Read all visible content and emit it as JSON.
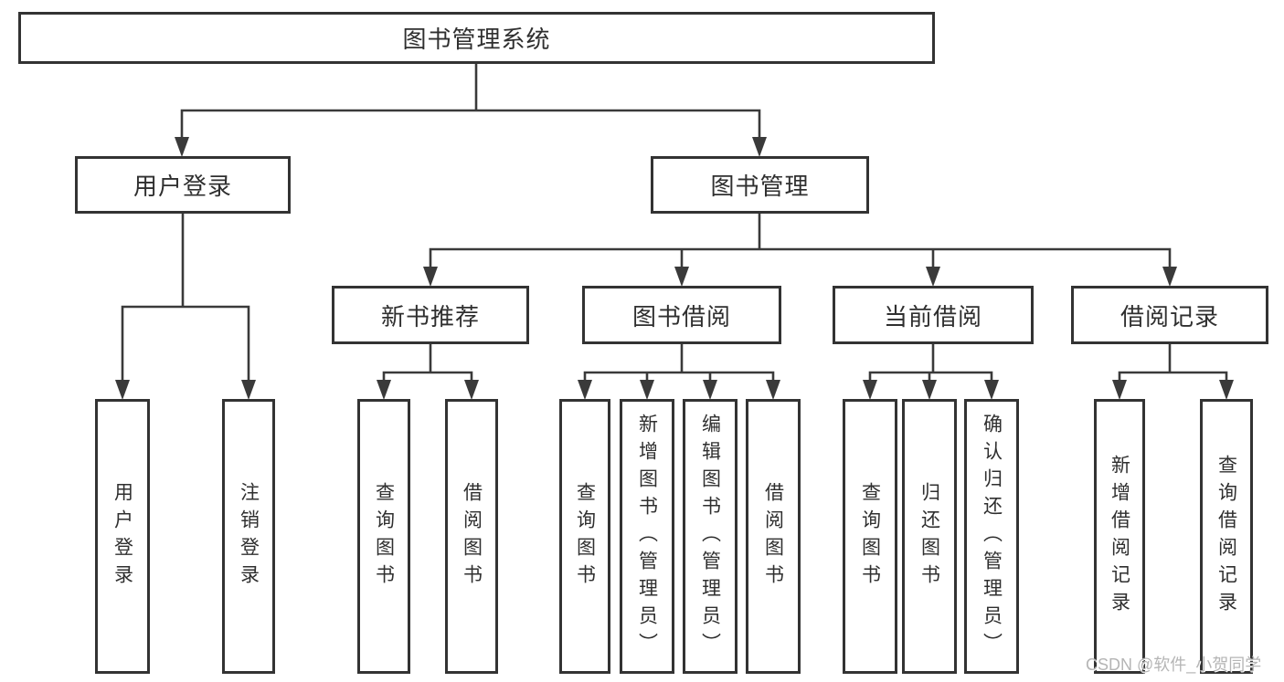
{
  "diagram_type": "hierarchy-tree",
  "tree": {
    "label": "图书管理系统",
    "children": [
      {
        "label": "用户登录",
        "children": [
          {
            "label": "用户登录"
          },
          {
            "label": "注销登录"
          }
        ]
      },
      {
        "label": "图书管理",
        "children": [
          {
            "label": "新书推荐",
            "children": [
              {
                "label": "查询图书"
              },
              {
                "label": "借阅图书"
              }
            ]
          },
          {
            "label": "图书借阅",
            "children": [
              {
                "label": "查询图书"
              },
              {
                "label": "新增图书（管理员）"
              },
              {
                "label": "编辑图书（管理员）"
              },
              {
                "label": "借阅图书"
              }
            ]
          },
          {
            "label": "当前借阅",
            "children": [
              {
                "label": "查询图书"
              },
              {
                "label": "归还图书"
              },
              {
                "label": "确认归还（管理员）"
              }
            ]
          },
          {
            "label": "借阅记录",
            "children": [
              {
                "label": "新增借阅记录"
              },
              {
                "label": "查询借阅记录"
              }
            ]
          }
        ]
      }
    ]
  },
  "watermark": {
    "text": "CSDN @软件_小贺同学"
  },
  "colors": {
    "line": "#3a3a3a",
    "box_border": "#333333",
    "text": "#2f2f2f",
    "watermark": "#b5b5b5",
    "background": "#ffffff"
  }
}
